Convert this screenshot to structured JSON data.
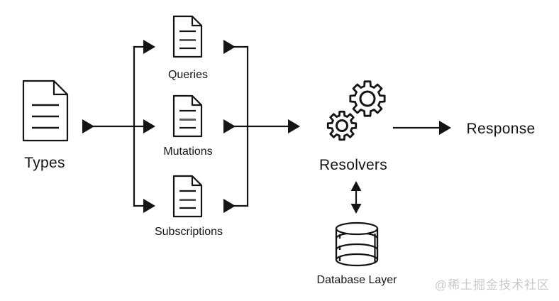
{
  "diagram": {
    "nodes": {
      "types": {
        "label": "Types",
        "icon": "document-icon"
      },
      "queries": {
        "label": "Queries",
        "icon": "document-icon"
      },
      "mutations": {
        "label": "Mutations",
        "icon": "document-icon"
      },
      "subscriptions": {
        "label": "Subscriptions",
        "icon": "document-icon"
      },
      "resolvers": {
        "label": "Resolvers",
        "icon": "gears-icon"
      },
      "response": {
        "label": "Response",
        "icon": "none"
      },
      "database": {
        "label": "Database Layer",
        "icon": "database-cylinder-icon"
      }
    },
    "edges": [
      {
        "from": "types",
        "to": "queries"
      },
      {
        "from": "types",
        "to": "mutations"
      },
      {
        "from": "types",
        "to": "subscriptions"
      },
      {
        "from": "queries",
        "to": "resolvers"
      },
      {
        "from": "mutations",
        "to": "resolvers"
      },
      {
        "from": "subscriptions",
        "to": "resolvers"
      },
      {
        "from": "resolvers",
        "to": "response"
      },
      {
        "from": "resolvers",
        "to": "database",
        "bidirectional": true
      }
    ]
  },
  "watermark": {
    "text": "@稀土掘金技术社区"
  },
  "colors": {
    "background": "#ffffff",
    "line": "#141414",
    "doc_accent_line": "#5f5f5f",
    "watermark": "#c9c9c9"
  }
}
